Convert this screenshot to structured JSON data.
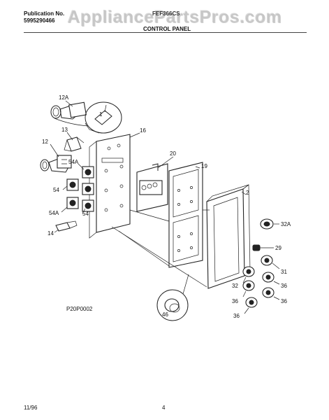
{
  "header": {
    "publication_label": "Publication No.",
    "publication_number": "5995290466",
    "model_number": "FEF366CS",
    "section_title": "CONTROL PANEL"
  },
  "watermark": "AppliancePartsPros.com",
  "diagram": {
    "code": "P20P0002",
    "callouts": {
      "c12a": "12A",
      "c1": "1",
      "c13": "13",
      "c16": "16",
      "c12": "12",
      "c54a_top": "54A",
      "c20": "20",
      "c19": "19",
      "c54_left": "54",
      "c2": "2",
      "c54a_bot": "54A",
      "c54_mid": "54",
      "c32a": "32A",
      "c14": "14",
      "c29": "29",
      "c31": "31",
      "c32": "32",
      "c36_a": "36",
      "c36_b": "36",
      "c36_c": "36",
      "c36_d": "36",
      "c46": "46"
    }
  },
  "footer": {
    "date": "11/96",
    "page": "4"
  }
}
